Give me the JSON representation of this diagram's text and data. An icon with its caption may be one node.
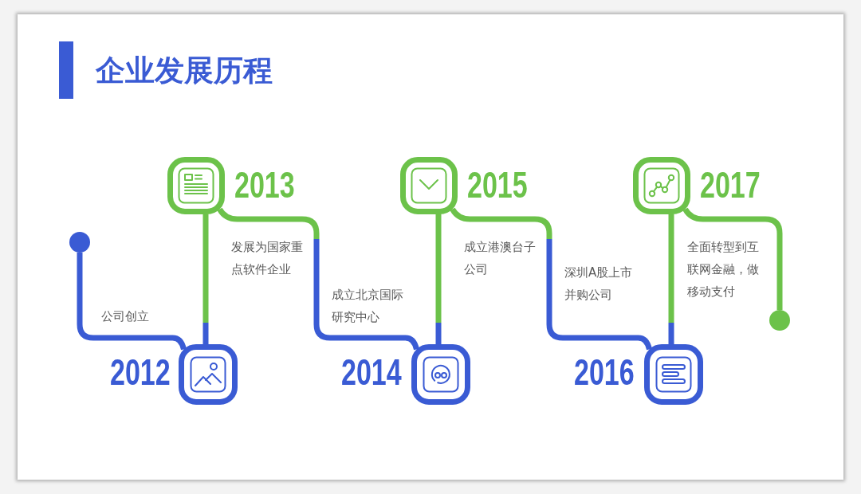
{
  "diagram": {
    "title": "企业发展历程",
    "nodes": [
      {
        "text": [],
        "shape": "circle"
      },
      {
        "text": [
          "2012"
        ],
        "beside": [
          "公司创立"
        ]
      },
      {
        "text": [
          "2013"
        ],
        "beside": [
          "发展为国家重点软件企业"
        ]
      },
      {
        "text": [
          "2014"
        ],
        "beside": [
          "成立北京国际研究中心"
        ]
      },
      {
        "text": [
          "2015"
        ],
        "beside": [
          "成立港澳台子公司"
        ]
      },
      {
        "text": [
          "2016"
        ],
        "beside": [
          "深圳A股上市并购公司"
        ]
      },
      {
        "text": [
          "2017"
        ],
        "beside": [
          "全面转型到互联网金融，做移动支付"
        ]
      },
      {
        "text": [],
        "shape": "circle"
      }
    ],
    "edges": [
      {
        "from": 0,
        "to": 1,
        "arrow": "none"
      },
      {
        "from": 1,
        "to": 2,
        "arrow": "none"
      },
      {
        "from": 2,
        "to": 3,
        "arrow": "none"
      },
      {
        "from": 3,
        "to": 4,
        "arrow": "none"
      },
      {
        "from": 4,
        "to": 5,
        "arrow": "none"
      },
      {
        "from": 5,
        "to": 6,
        "arrow": "none"
      },
      {
        "from": 6,
        "to": 7,
        "arrow": "none",
        "color": "#6cc24a"
      }
    ]
  }
}
